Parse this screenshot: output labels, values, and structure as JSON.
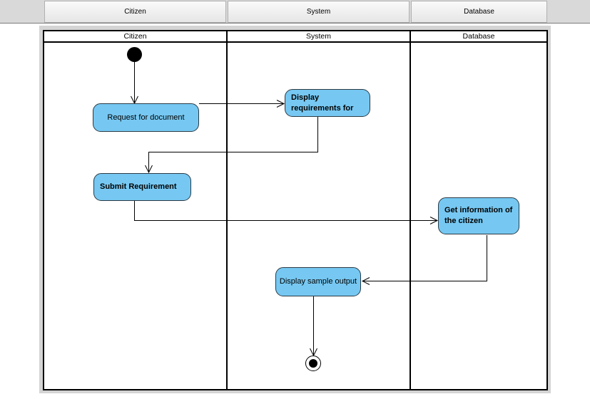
{
  "column_headers": [
    "Citizen",
    "System",
    "Database"
  ],
  "swimlanes": [
    {
      "title": "Citizen"
    },
    {
      "title": "System"
    },
    {
      "title": "Database"
    }
  ],
  "actions": {
    "request_document": "Request for document",
    "display_requirements": "Display requirements for",
    "submit_requirement": "Submit Requirement",
    "get_information": "Get information of the citizen",
    "display_sample_output": "Display sample output"
  },
  "colors": {
    "action_fill": "#76c8f2",
    "action_border": "#2a3a44",
    "line": "#000000",
    "canvas": "#d4d4d4"
  }
}
